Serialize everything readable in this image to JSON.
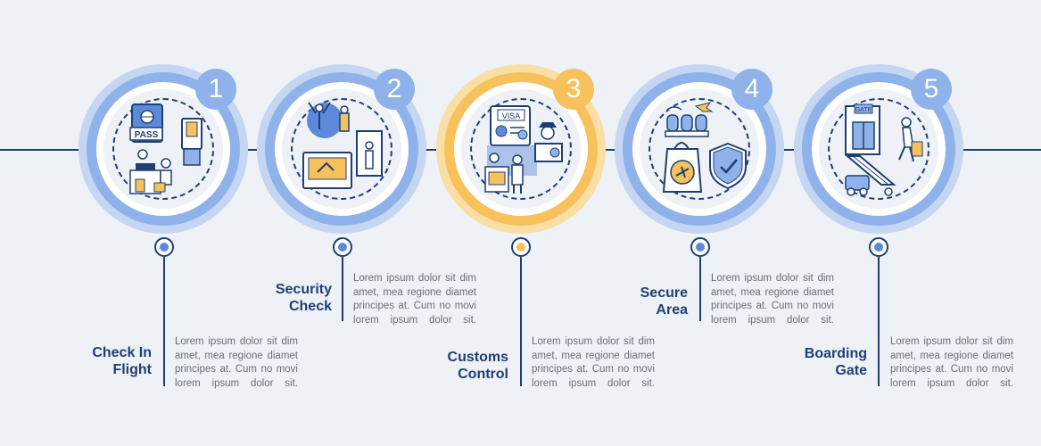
{
  "steps": [
    {
      "number": "1",
      "title": "Check In\nFlight",
      "text": "Lorem ipsum dolor sit dim amet, mea regione diamet principes at. Cum no movi lorem ipsum dolor sit.",
      "icon": "check-in-icon",
      "accent": "#8fb2ea"
    },
    {
      "number": "2",
      "title": "Security\nCheck",
      "text": "Lorem ipsum dolor sit dim amet, mea regione diamet principes at. Cum no movi lorem ipsum dolor sit.",
      "icon": "security-check-icon",
      "accent": "#8fb2ea"
    },
    {
      "number": "3",
      "title": "Customs\nControl",
      "text": "Lorem ipsum dolor sit dim amet, mea regione diamet principes at. Cum no movi lorem ipsum dolor sit.",
      "icon": "customs-control-icon",
      "accent": "#f7c15c"
    },
    {
      "number": "4",
      "title": "Secure\nArea",
      "text": "Lorem ipsum dolor sit dim amet, mea regione diamet principes at. Cum no movi lorem ipsum dolor sit.",
      "icon": "secure-area-icon",
      "accent": "#8fb2ea"
    },
    {
      "number": "5",
      "title": "Boarding\nGate",
      "text": "Lorem ipsum dolor sit dim amet, mea regione diamet principes at. Cum no movi lorem ipsum dolor sit.",
      "icon": "boarding-gate-icon",
      "accent": "#8fb2ea"
    }
  ],
  "icon_labels": {
    "pass": "PASS",
    "visa": "VISA",
    "gate": "GATE"
  },
  "colors": {
    "navy": "#1f3f73",
    "blue": "#8fb2ea",
    "orange": "#f7c15c",
    "background": "#eef1f6"
  }
}
